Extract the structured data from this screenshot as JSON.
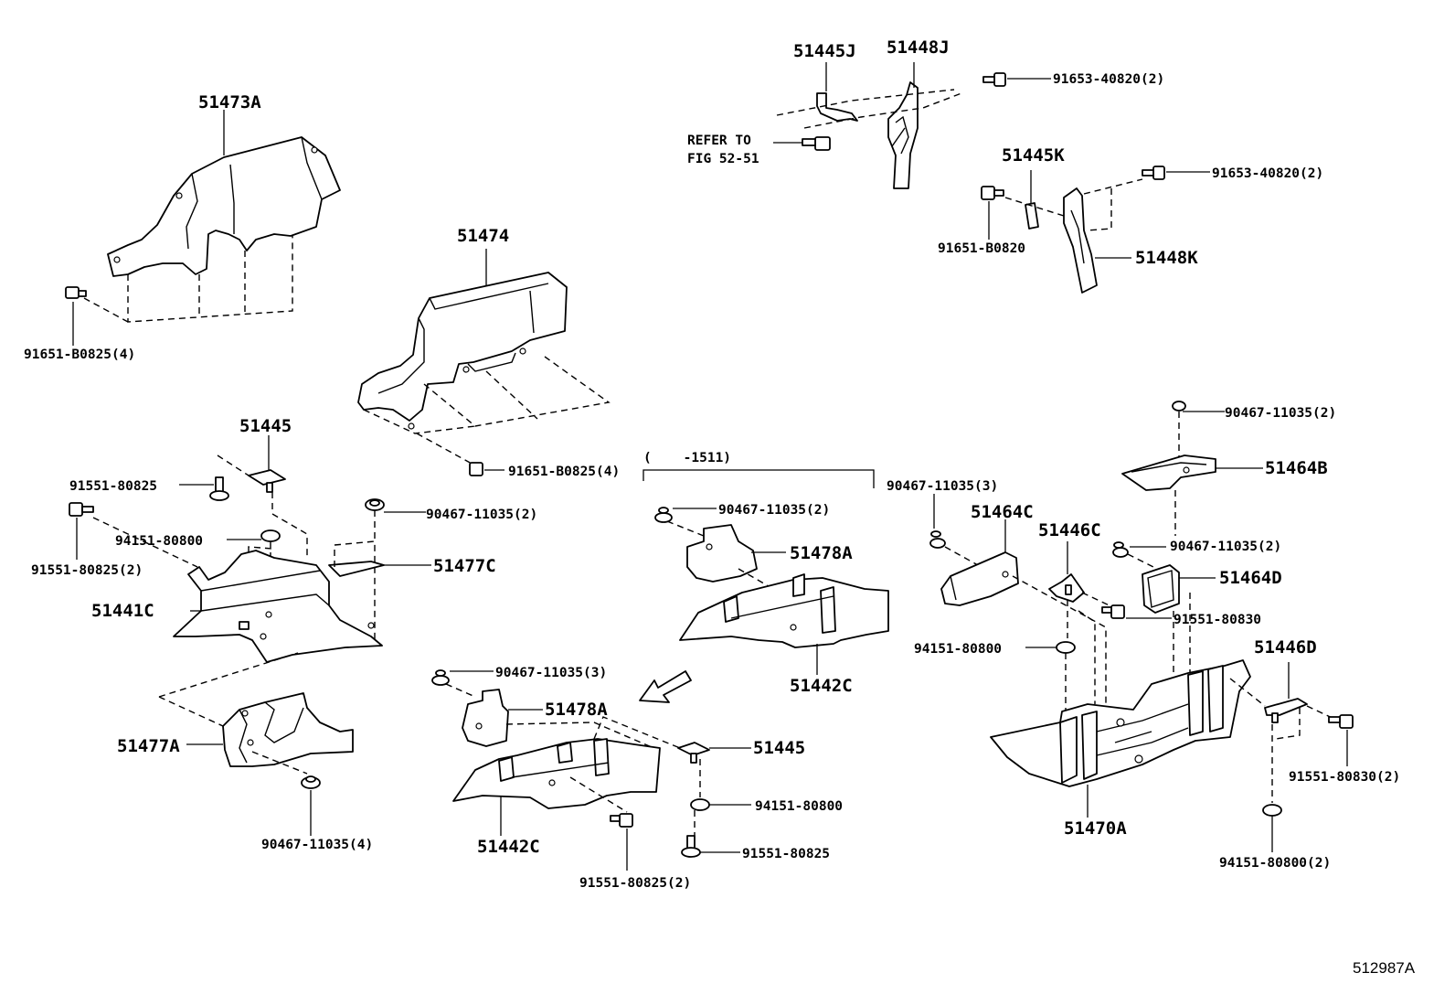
{
  "labels": {
    "p51473A": "51473A",
    "p51474": "51474",
    "p51445J": "51445J",
    "p51448J": "51448J",
    "p51445K": "51445K",
    "p51448K": "51448K",
    "p51445_top": "51445",
    "p51477C": "51477C",
    "p51441C": "51441C",
    "p51477A": "51477A",
    "p51478A_upper": "51478A",
    "p51442C_upper": "51442C",
    "p51478A_lower": "51478A",
    "p51442C_lower": "51442C",
    "p51445_lower": "51445",
    "p51464C": "51464C",
    "p51446C": "51446C",
    "p51464B": "51464B",
    "p51464D": "51464D",
    "p51446D": "51446D",
    "p51470A": "51470A",
    "f91653_40820_a": "91653-40820(2)",
    "f91653_40820_b": "91653-40820(2)",
    "f91651_B0820": "91651-B0820",
    "f91651_B0825_left": "91651-B0825(4)",
    "f91651_B0825_mid": "91651-B0825(4)",
    "f91551_80825_top": "91551-80825",
    "f91551_80825_2": "91551-80825(2)",
    "f94151_80800_left": "94151-80800",
    "f90467_11035_2_left": "90467-11035(2)",
    "f90467_11035_4": "90467-11035(4)",
    "f90467_11035_2_upper": "90467-11035(2)",
    "f90467_11035_3_lower": "90467-11035(3)",
    "f94151_80800_center": "94151-80800",
    "f91551_80825_center": "91551-80825",
    "f91551_80825_2_center": "91551-80825(2)",
    "f90467_11035_3_right": "90467-11035(3)",
    "f90467_11035_2_top_right": "90467-11035(2)",
    "f90467_11035_2_mid_right": "90467-11035(2)",
    "f91551_80830": "91551-80830",
    "f94151_80800_right": "94151-80800",
    "f91551_80830_2": "91551-80830(2)",
    "f94151_80800_2": "94151-80800(2)",
    "refer_line1": "REFER TO",
    "refer_line2": "FIG 52-51",
    "date_range": "(    -1511)",
    "figure_code": "512987A"
  }
}
